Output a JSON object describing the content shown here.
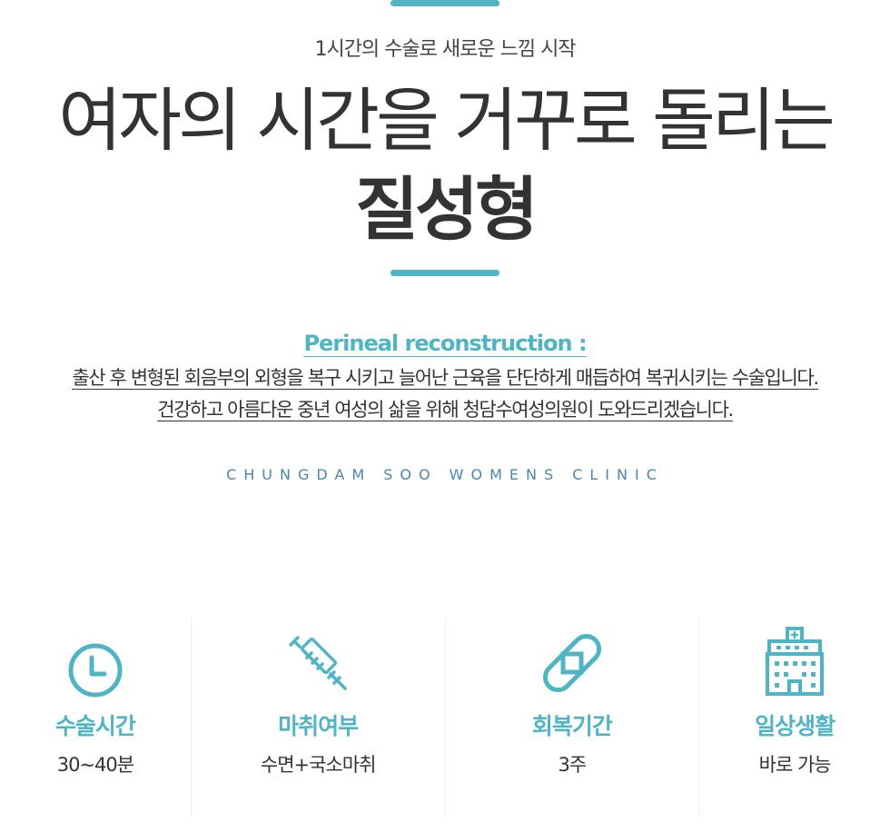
{
  "header": {
    "kicker": "1시간의 수술로 새로운 느낌 시작",
    "headline": "여자의 시간을 거꾸로 돌리는",
    "product": "질성형"
  },
  "description": {
    "title": "Perineal reconstruction :",
    "lines": [
      "출산 후 변형된 회음부의 외형을 복구 시키고 늘어난 근육을 단단하게 매듭하여 복귀시키는 수술입니다.",
      "건강하고 아름다운 중년 여성의 삶을 위해 청담수여성의원이 도와드리겠습니다."
    ]
  },
  "clinic_name": "CHUNGDAM SOO WOMENS CLINIC",
  "features": [
    {
      "icon": "clock-icon",
      "title": "수술시간",
      "value": "30~40분"
    },
    {
      "icon": "syringe-icon",
      "title": "마취여부",
      "value": "수면+국소마취"
    },
    {
      "icon": "bandage-icon",
      "title": "회복기간",
      "value": "3주"
    },
    {
      "icon": "hospital-icon",
      "title": "일상생활",
      "value": "바로 가능"
    }
  ],
  "colors": {
    "accent": "#4fb5c5",
    "text": "#333333",
    "clinic": "#4a86a8"
  }
}
